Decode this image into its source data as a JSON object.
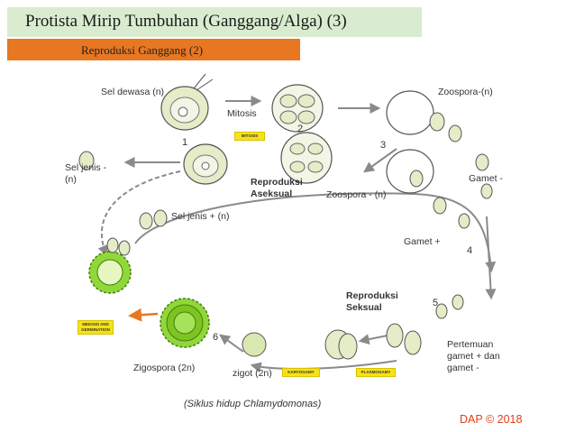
{
  "header": {
    "title": "Protista Mirip Tumbuhan (Ganggang/Alga) (3)",
    "subtitle": "Reproduksi Ganggang (2)"
  },
  "diagram": {
    "labels": {
      "sel_dewasa": "Sel dewasa (n)",
      "mitosis": "Mitosis",
      "zoospora_n": "Zoospora-(n)",
      "sel_jenis_minus": [
        "Sel jenis -",
        "(n)"
      ],
      "reproduksi_aseksual": [
        "Reproduksi",
        "Aseksual"
      ],
      "zoospora_minus_n": "Zoospora - (n)",
      "gamet_minus": "Gamet -",
      "sel_jenis_plus": "Sel jenis + (n)",
      "gamet_plus": "Gamet +",
      "reproduksi_seksual": [
        "Reproduksi",
        "Seksual"
      ],
      "pertemuan": [
        "Pertemuan",
        "gamet + dan",
        "gamet -"
      ],
      "zigospora": "Zigospora (2n)",
      "zigot": "zigot (2n)"
    },
    "step_numbers": [
      "1",
      "2",
      "3",
      "4",
      "5",
      "6"
    ],
    "tags": {
      "mitosis": "MITOSIS",
      "meiosis": [
        "MEIOSIS AND",
        "GERMINATION"
      ],
      "karyogamy": "KARYOGAMY",
      "plasmogamy": "PLASMOGAMY"
    },
    "colors": {
      "cell_fill": "#e4ecc8",
      "zygospore_green": "#7cc520",
      "arrow_gray": "#8a8a8a",
      "arrow_orange": "#e87722",
      "tag_yellow": "#f6e21a"
    }
  },
  "caption": "(Siklus hidup Chlamydomonas)",
  "credit": "DAP © 2018"
}
